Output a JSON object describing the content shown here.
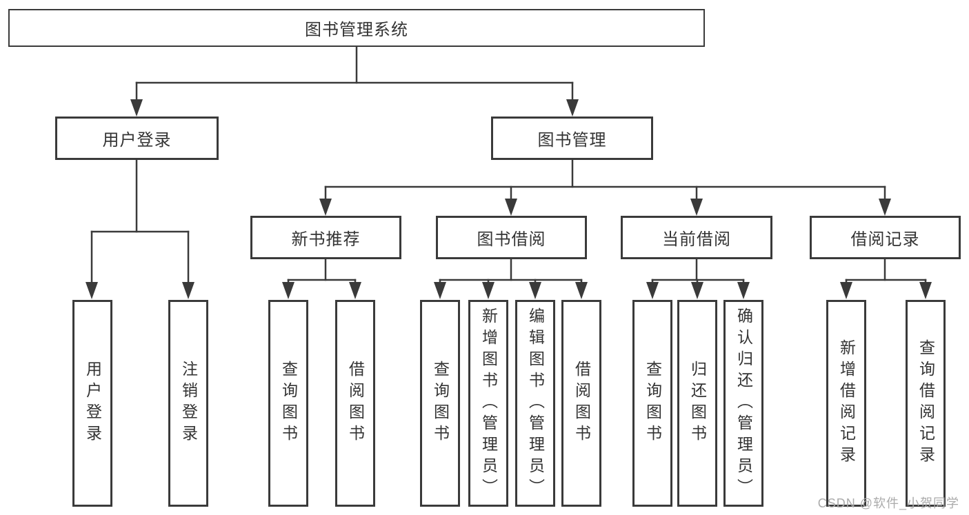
{
  "nodes": {
    "root": "图书管理系统",
    "user_login": "用户登录",
    "book_mgmt": "图书管理",
    "new_books": "新书推荐",
    "book_borrow": "图书借阅",
    "current_borrow": "当前借阅",
    "borrow_records": "借阅记录"
  },
  "leaves": {
    "user": [
      "用户登录",
      "注销登录"
    ],
    "new": [
      "查询图书",
      "借阅图书"
    ],
    "borrow": [
      "查询图书",
      "新增图书（管理员）",
      "编辑图书（管理员）",
      "借阅图书"
    ],
    "current": [
      "查询图书",
      "归还图书",
      "确认归还（管理员）"
    ],
    "records": [
      "新增借阅记录",
      "查询借阅记录"
    ]
  },
  "watermark": "CSDN @软件_小贺同学",
  "colors": {
    "line": "#3a3a3a",
    "text": "#333333",
    "watermark": "#ababab",
    "background": "#ffffff"
  }
}
